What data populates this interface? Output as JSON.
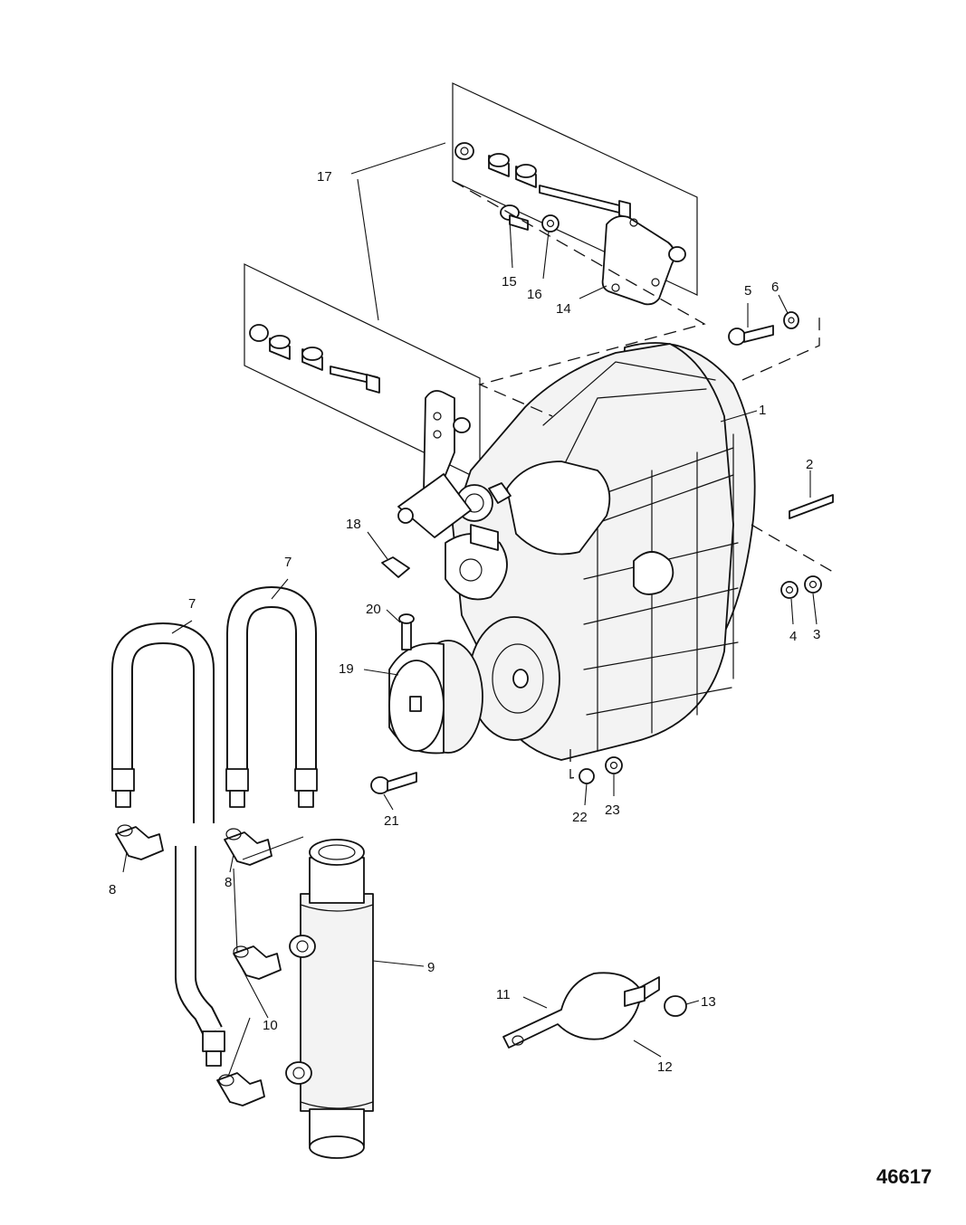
{
  "callouts": [
    {
      "id": "1",
      "label": "1"
    },
    {
      "id": "2",
      "label": "2"
    },
    {
      "id": "3",
      "label": "3"
    },
    {
      "id": "4",
      "label": "4"
    },
    {
      "id": "5",
      "label": "5"
    },
    {
      "id": "6",
      "label": "6"
    },
    {
      "id": "7a",
      "label": "7"
    },
    {
      "id": "7b",
      "label": "7"
    },
    {
      "id": "8a",
      "label": "8"
    },
    {
      "id": "8b",
      "label": "8"
    },
    {
      "id": "9",
      "label": "9"
    },
    {
      "id": "10",
      "label": "10"
    },
    {
      "id": "11",
      "label": "11"
    },
    {
      "id": "12",
      "label": "12"
    },
    {
      "id": "13",
      "label": "13"
    },
    {
      "id": "14",
      "label": "14"
    },
    {
      "id": "15",
      "label": "15"
    },
    {
      "id": "16",
      "label": "16"
    },
    {
      "id": "17",
      "label": "17"
    },
    {
      "id": "18",
      "label": "18"
    },
    {
      "id": "19",
      "label": "19"
    },
    {
      "id": "20",
      "label": "20"
    },
    {
      "id": "21",
      "label": "21"
    },
    {
      "id": "22",
      "label": "22"
    },
    {
      "id": "23",
      "label": "23"
    }
  ],
  "drawing_number": "46617"
}
